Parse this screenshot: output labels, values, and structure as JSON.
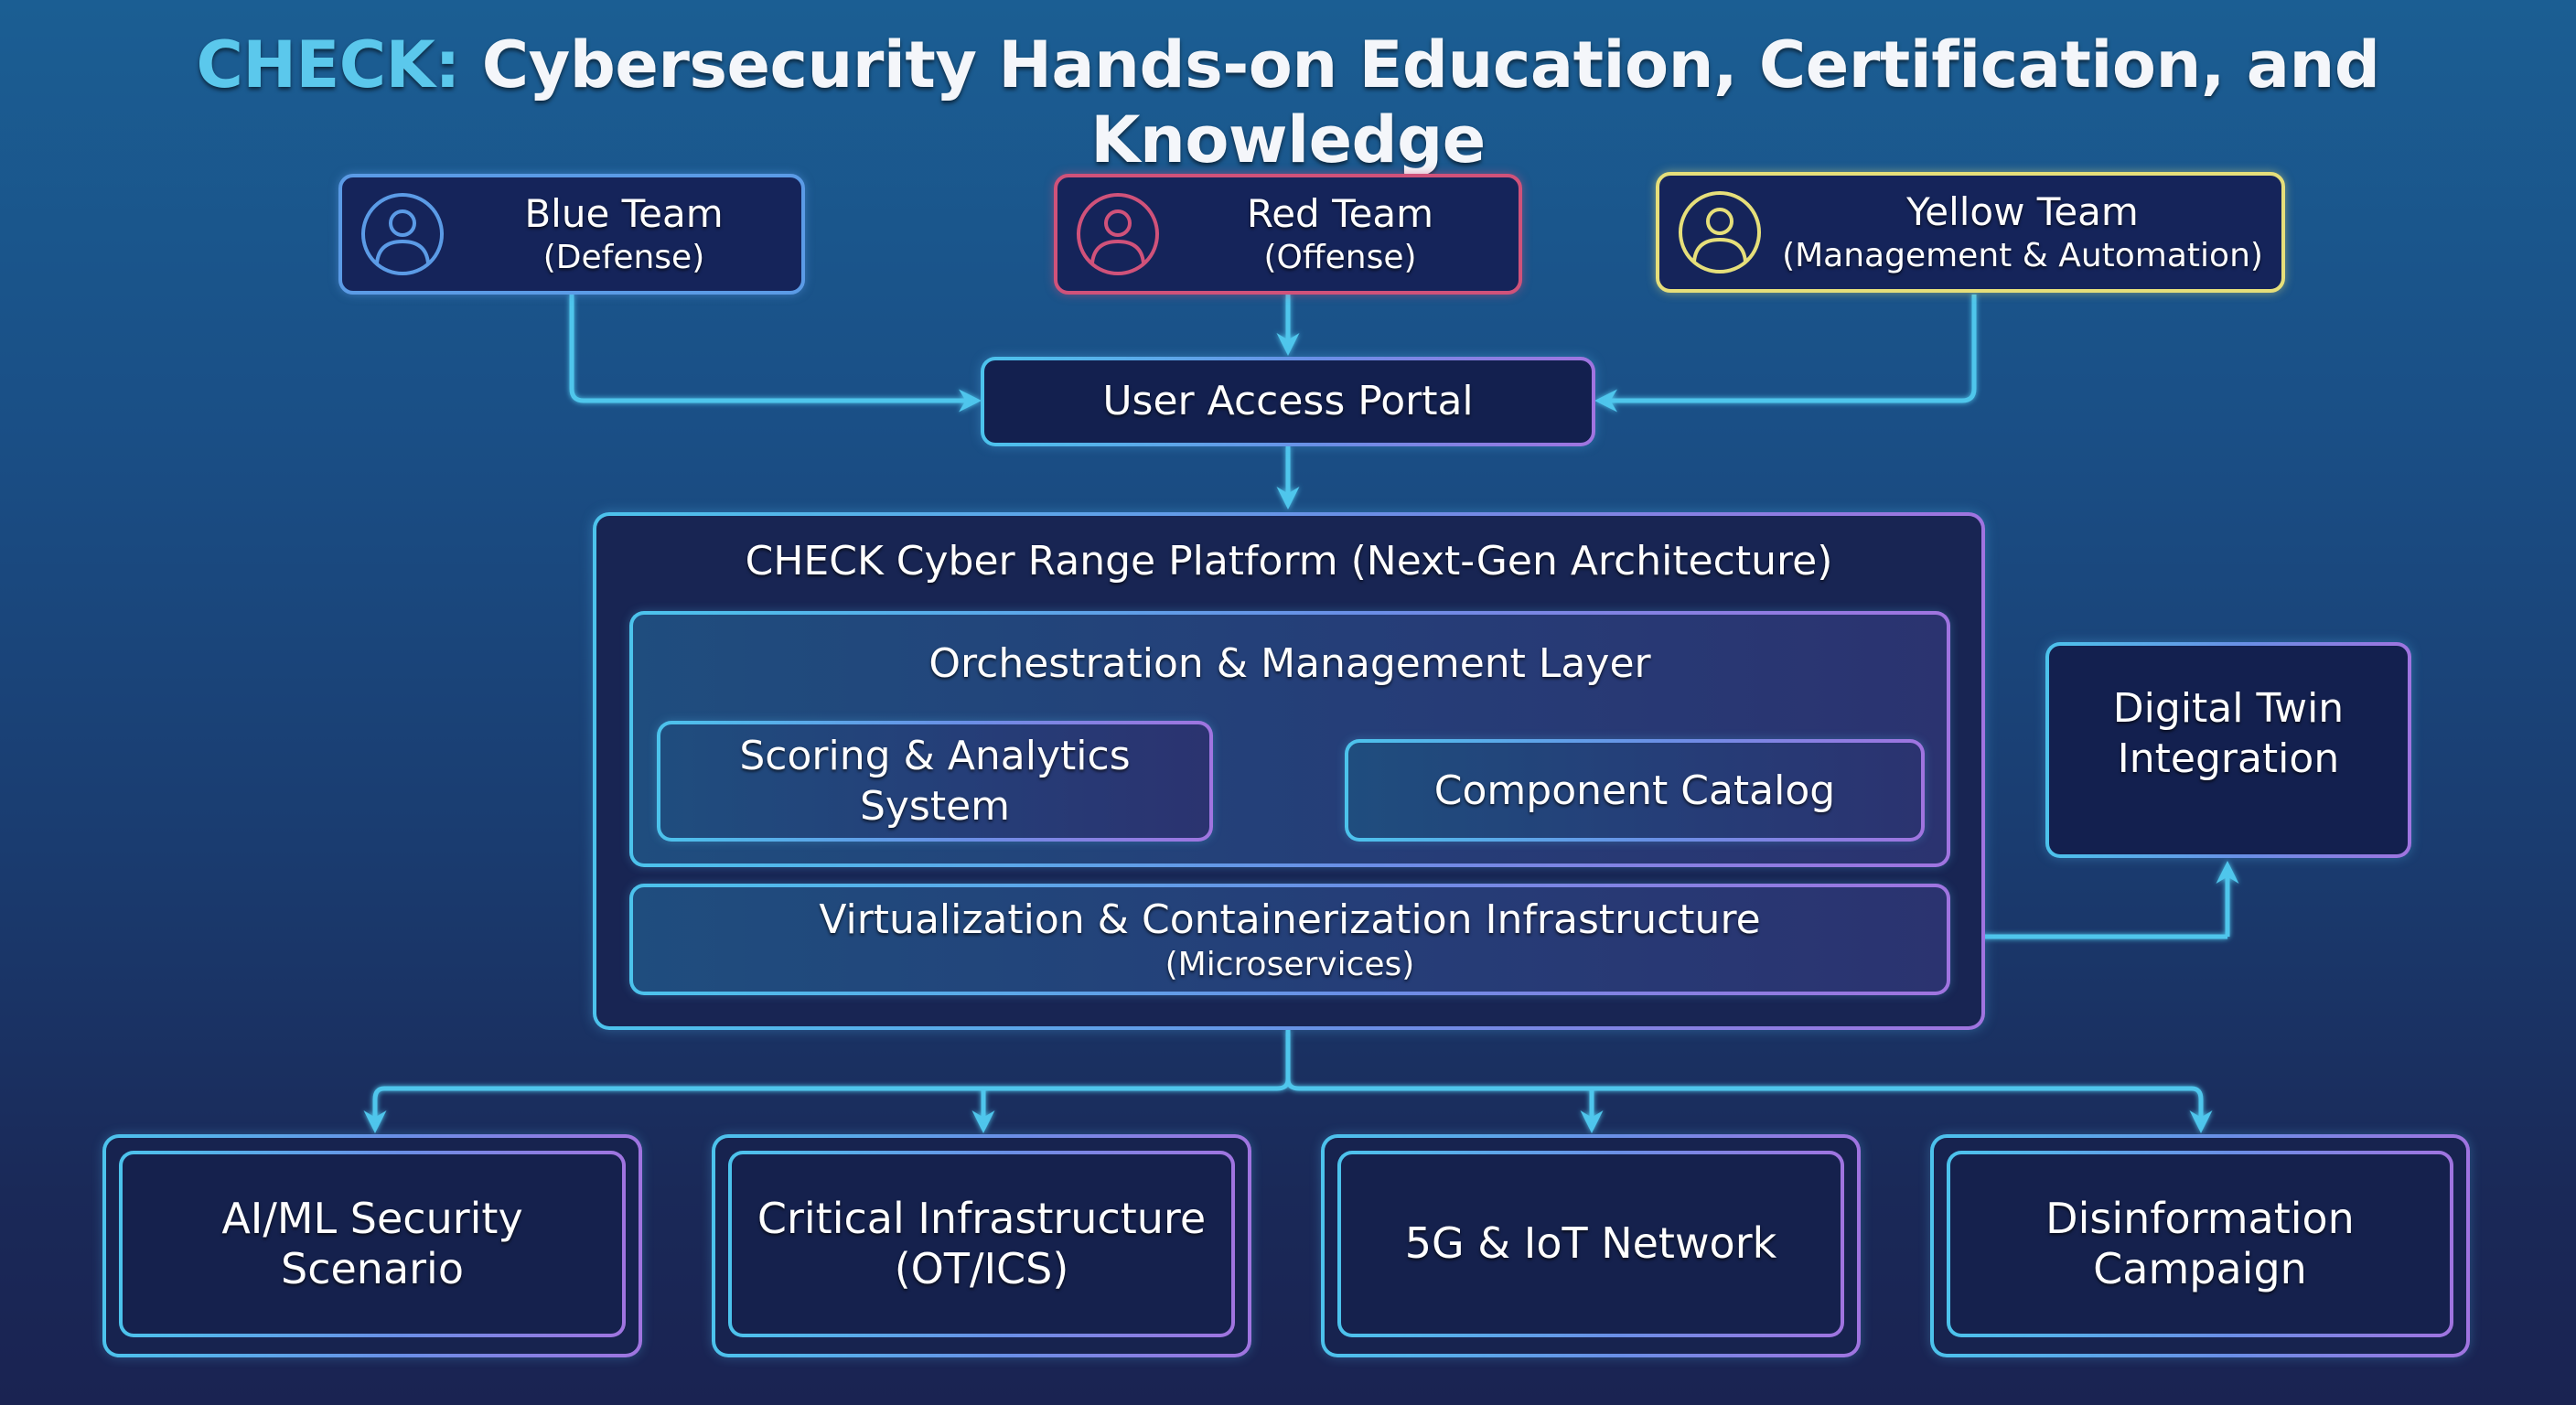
{
  "title": {
    "accent": "CHECK:",
    "rest": " Cybersecurity Hands-on Education, Certification, and Knowledge"
  },
  "teams": [
    {
      "name": "Blue Team",
      "role": "(Defense)",
      "icon": "user-circle-icon",
      "color": "#5b9be6"
    },
    {
      "name": "Red Team",
      "role": "(Offense)",
      "icon": "user-circle-icon",
      "color": "#d0527a"
    },
    {
      "name": "Yellow Team",
      "role": "(Management & Automation)",
      "icon": "user-circle-icon",
      "color": "#e6df7a"
    }
  ],
  "portal": {
    "label": "User Access Portal"
  },
  "platform": {
    "title": "CHECK Cyber Range Platform (Next-Gen Architecture)",
    "orchestration": {
      "title": "Orchestration & Management Layer",
      "scoring": {
        "line1": "Scoring & Analytics",
        "line2": "System"
      },
      "catalog": "Component Catalog"
    },
    "infrastructure": {
      "title": "Virtualization & Containerization Infrastructure",
      "subtitle": "(Microservices)"
    }
  },
  "digital_twin": {
    "line1": "Digital Twin",
    "line2": "Integration"
  },
  "scenarios": [
    {
      "line1": "AI/ML Security",
      "line2": "Scenario"
    },
    {
      "line1": "Critical Infrastructure",
      "line2": "(OT/ICS)"
    },
    {
      "line1": "5G & IoT Network",
      "line2": ""
    },
    {
      "line1": "Disinformation",
      "line2": "Campaign"
    }
  ],
  "colors": {
    "accent": "#5bc8ec",
    "connector": "#4fc6ec",
    "border_start": "#4cc3ec",
    "border_end": "#a074e0",
    "background_top": "#1b5e93",
    "background_bottom": "#1a2352"
  }
}
